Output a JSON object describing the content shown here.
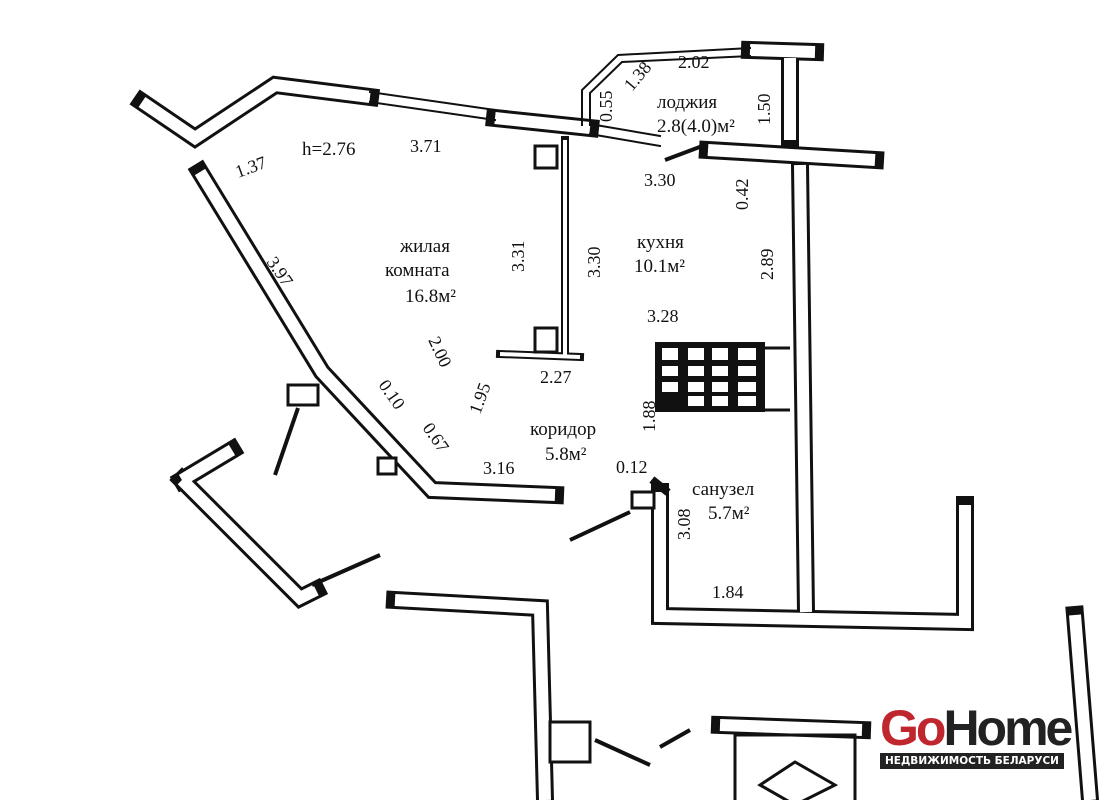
{
  "rooms": {
    "living": {
      "name_1": "жилая",
      "name_2": "комната",
      "area": "16.8м²"
    },
    "kitchen": {
      "name": "кухня",
      "area": "10.1м²"
    },
    "loggia": {
      "name": "лоджия",
      "area": "2.8(4.0)м²"
    },
    "corridor": {
      "name": "коридор",
      "area": "5.8м²"
    },
    "bathroom": {
      "name": "санузел",
      "area": "5.7м²"
    }
  },
  "ceiling_height": "h=2.76",
  "dimensions": {
    "d137": "1.37",
    "d371": "3.71",
    "d138": "1.38",
    "d202": "2.02",
    "d055": "0.55",
    "d150": "1.50",
    "d330a": "3.30",
    "d042": "0.42",
    "d397": "3.97",
    "d331": "3.31",
    "d330b": "3.30",
    "d289": "2.89",
    "d328": "3.28",
    "d200": "2.00",
    "d195": "1.95",
    "d227": "2.27",
    "d010": "0.10",
    "d067": "0.67",
    "d316": "3.16",
    "d188": "1.88",
    "d012": "0.12",
    "d308": "3.08",
    "d184": "1.84"
  },
  "logo": {
    "brand_a": "Go",
    "brand_b": "Home",
    "tagline": "НЕДВИЖИМОСТЬ БЕЛАРУСИ"
  }
}
